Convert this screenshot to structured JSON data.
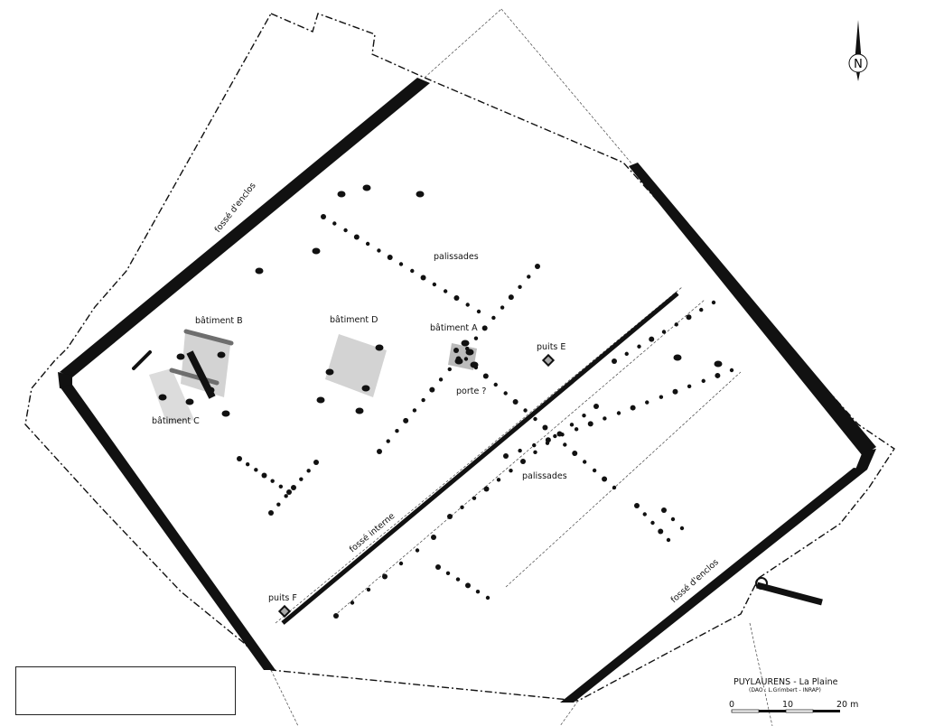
{
  "title": "PUYLAURENS - La Plaine",
  "credit": "(DAO : L.Grimbert - INRAP)",
  "scale": {
    "labels": [
      "0",
      "10",
      "20 m"
    ]
  },
  "north": "N",
  "labels": {
    "enclosure_ditch_nw": "fossé d'enclos",
    "enclosure_ditch_se": "fossé d'enclos",
    "palisades_top": "palissades",
    "palisades_bottom": "palissades",
    "building_a": "bâtiment A",
    "building_b": "bâtiment B",
    "building_c": "bâtiment C",
    "building_d": "bâtiment D",
    "gate": "porte ?",
    "well_e": "puits E",
    "well_f": "puits F",
    "internal_ditch": "fossé interne"
  },
  "colors": {
    "features": "#1a1a1a",
    "building_fill": "#d3d3d3",
    "beam": "#6e6e6e"
  }
}
